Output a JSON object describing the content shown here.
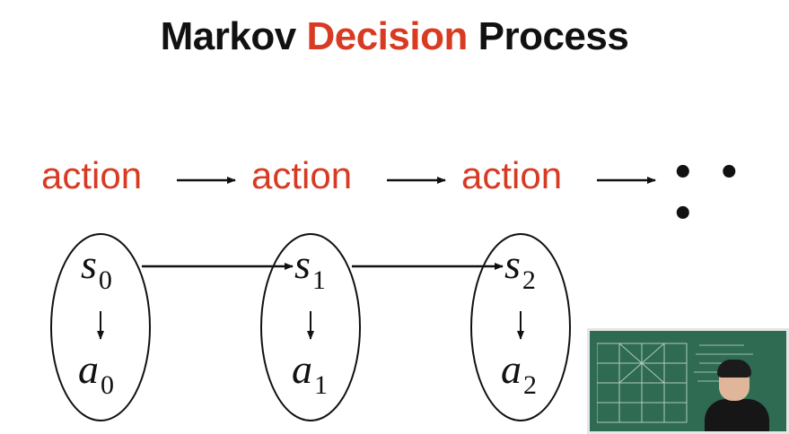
{
  "title": {
    "word1": "Markov",
    "word2": "Decision",
    "word3": "Process"
  },
  "actions": [
    "action",
    "action",
    "action"
  ],
  "ellipsis": "• • •",
  "nodes": [
    {
      "state": "s",
      "state_sub": "0",
      "action": "a",
      "action_sub": "0"
    },
    {
      "state": "s",
      "state_sub": "1",
      "action": "a",
      "action_sub": "1"
    },
    {
      "state": "s",
      "state_sub": "2",
      "action": "a",
      "action_sub": "2"
    }
  ],
  "colors": {
    "accent": "#d83a22",
    "text": "#111111",
    "chalkboard": "#2f6a52"
  },
  "icons": {
    "arrow": "right-arrow-icon",
    "down_arrow": "down-arrow-icon"
  }
}
